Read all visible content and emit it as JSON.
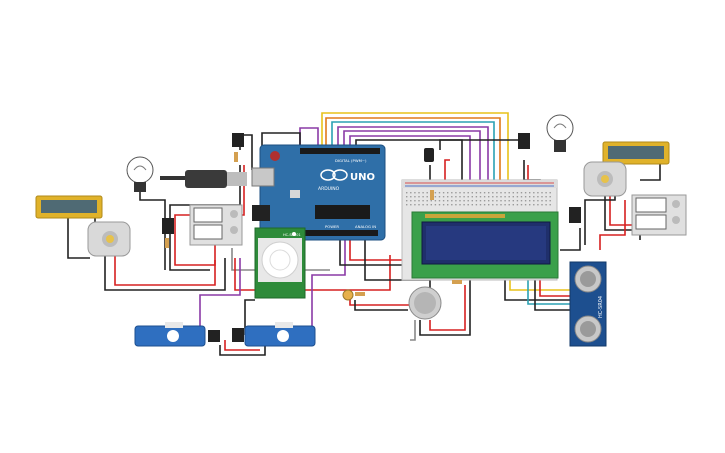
{
  "arduino": {
    "brand": "ARDUINO",
    "model": "UNO",
    "digital_label": "DIGITAL (PWM~)",
    "power_label": "POWER",
    "analog_label": "ANALOG IN"
  },
  "pir": {
    "label": "HC-SR501"
  },
  "ultrasonic": {
    "label": "HC-SR04"
  },
  "colors": {
    "board_blue": "#2f6fa8",
    "lcd_green": "#3aa04a",
    "lcd_screen": "#1f2f6b",
    "sensor_blue": "#1d4f8f",
    "pir_green": "#2e8b3a",
    "servo_blue": "#2f6fc0",
    "lcd_small_yellow": "#e0b22a",
    "wire_red": "#d62020",
    "wire_black": "#222222",
    "wire_yellow": "#e8c21a",
    "wire_purple": "#8a3aa6",
    "wire_teal": "#2aa1b3",
    "wire_orange": "#e07a1a",
    "wire_gray": "#888888"
  },
  "icons": [
    "usb-cable-icon",
    "light-bulb-icon",
    "dc-motor-icon",
    "gas-sensor-icon",
    "photoresistor-icon",
    "transistor-icon",
    "diode-icon"
  ]
}
